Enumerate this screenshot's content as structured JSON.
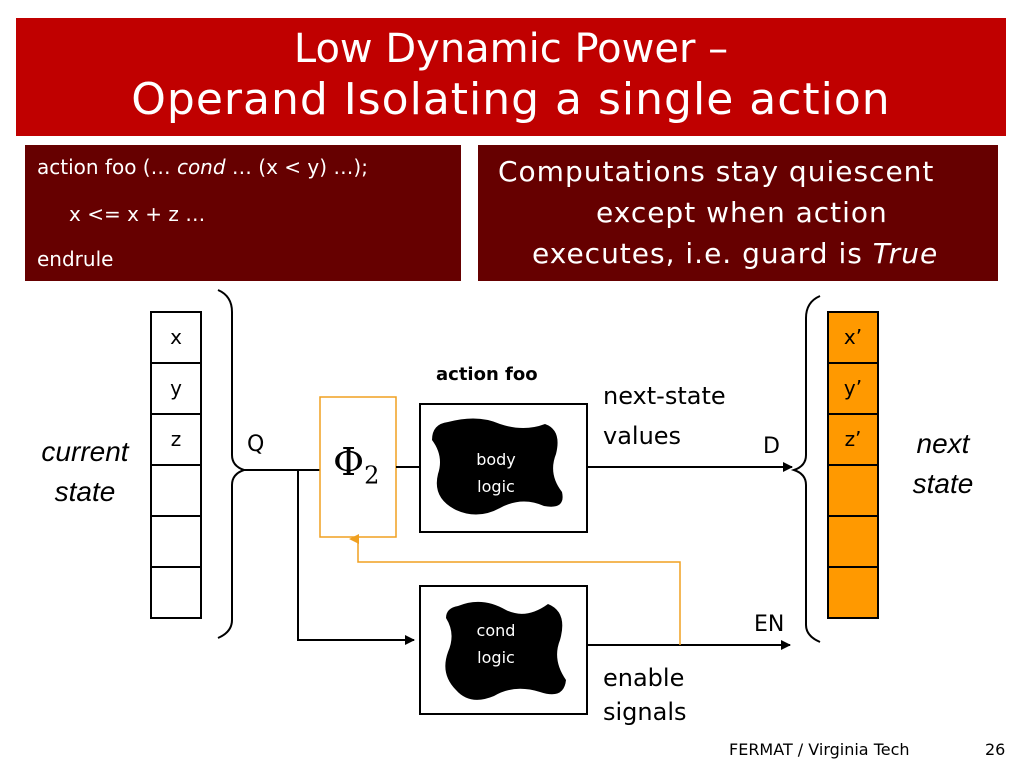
{
  "slide": {
    "title_line1": "Low Dynamic Power –",
    "title_line2": "Operand Isolating a single action",
    "code": {
      "line1_prefix": "action foo (… ",
      "line1_cond": "cond",
      "line1_suffix": " … (x < y) …);",
      "line2": "x <= x + z …",
      "line3": "endrule"
    },
    "description": {
      "line1": "Computations stay quiescent",
      "line2": "except when action",
      "line3_prefix": "executes, i.e. guard is ",
      "line3_emphasis": "True"
    }
  },
  "diagram": {
    "current_state_label_1": "current",
    "current_state_label_2": "state",
    "current_registers": [
      "x",
      "y",
      "z",
      "",
      "",
      ""
    ],
    "next_state_label_1": "next",
    "next_state_label_2": "state",
    "next_registers": [
      "x’",
      "y’",
      "z’",
      "",
      "",
      ""
    ],
    "q_label": "Q",
    "d_label": "D",
    "en_label": "EN",
    "isolation_symbol": "Φ",
    "isolation_subscript": "2",
    "action_label": "action foo",
    "body_logic_1": "body",
    "body_logic_2": "logic",
    "cond_logic_1": "cond",
    "cond_logic_2": "logic",
    "next_state_values_1": "next-state",
    "next_state_values_2": "values",
    "enable_signals_1": "enable",
    "enable_signals_2": "signals",
    "colors": {
      "title_bg": "#c00000",
      "box_bg": "#660000",
      "next_state_fill": "#ff9900",
      "isolation_border": "#f0a020"
    }
  },
  "footer": {
    "source": "FERMAT / Virginia Tech",
    "page_number": "26"
  }
}
